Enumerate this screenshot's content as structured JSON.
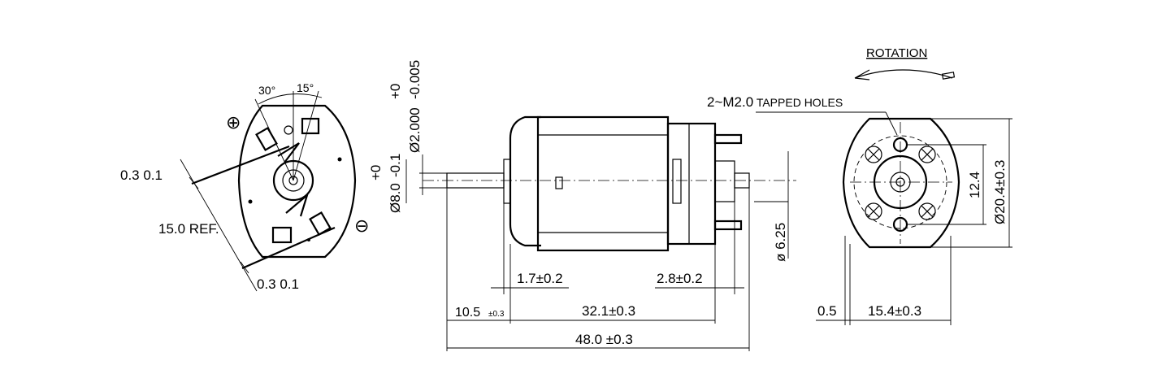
{
  "front_view": {
    "angle_left": "30°",
    "angle_right": "15°",
    "plus_symbol": "⊕",
    "minus_symbol": "⊖",
    "tol_upper": "0.3  0.1",
    "ref": "15.0 REF.",
    "tol_lower": "0.3  0.1"
  },
  "side_view": {
    "shaft_dia": "Ø2.000",
    "shaft_tol_lower": "-0.005",
    "shaft_tol_upper": "+0",
    "boss_dia": "Ø8.0",
    "boss_tol_lower": "-0.1",
    "boss_tol_upper": "+0",
    "dim_a": "1.7±0.2",
    "dim_b": "2.8±0.2",
    "dim_c": "10.5",
    "dim_c_tol": "±0.3",
    "dim_d": "32.1±0.3",
    "dim_total": "48.0 ±0.3",
    "terminal_dia": "ø 6.25"
  },
  "rear_view": {
    "rotation": "ROTATION",
    "holes_prefix": "2~M2.0",
    "holes_suffix": " TAPPED HOLES",
    "pitch": "12.4",
    "body_dia": "Ø20.4±0.3",
    "gap": "0.5",
    "width": "15.4±0.3"
  }
}
